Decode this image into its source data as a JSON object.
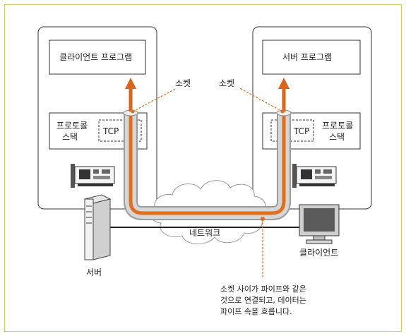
{
  "labels": {
    "client_program": "클라이언트 프로그램",
    "server_program": "서버 프로그램",
    "socket_left": "소켓",
    "socket_right": "소켓",
    "protocol_stack_left_line1": "프로토콜",
    "protocol_stack_left_line2": "스택",
    "protocol_stack_right_line1": "프로토콜",
    "protocol_stack_right_line2": "스택",
    "tcp_left": "TCP",
    "tcp_right": "TCP",
    "network": "네트워크",
    "server": "서버",
    "client": "클라이언트",
    "caption_line1": "소켓 사이가 파이프와 같은",
    "caption_line2": "것으로 연결되고, 데이터는",
    "caption_line3": "파이프 속을 흐릅니다."
  },
  "colors": {
    "pipe_orange": "#e0701e",
    "pipe_gray": "#b9b9b9",
    "frame": "#d9c86a",
    "dashed_leader": "#e0701e"
  }
}
